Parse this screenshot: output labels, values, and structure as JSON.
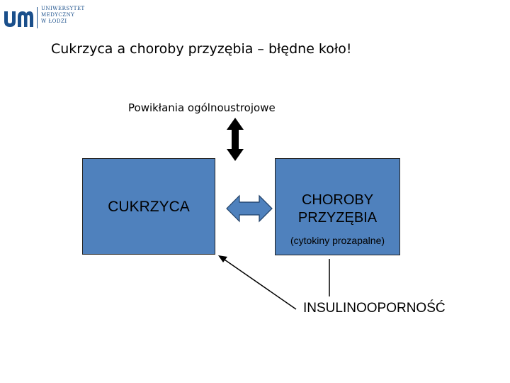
{
  "logo": {
    "lines": [
      "UNIWERSYTET",
      "MEDYCZNY",
      "W ŁODZI"
    ]
  },
  "title": "Cukrzyca a choroby przyzębia – błędne koło!",
  "subtitle": "Powikłania ogólnoustrojowe",
  "nodes": {
    "left": "CUKRZYCA",
    "right_line1": "CHOROBY",
    "right_line2": "PRZYZĘBIA",
    "right_note": "(cytokiny prozapalne)",
    "bottom": "INSULINOOPORNOŚĆ"
  },
  "colors": {
    "box_fill": "#4f81bd",
    "brand": "#1a4f8b"
  },
  "icons": {
    "logo": "um-logo-icon",
    "vertical_arrow": "double-vertical-arrow-icon",
    "horizontal_arrow": "double-horizontal-arrow-icon"
  }
}
